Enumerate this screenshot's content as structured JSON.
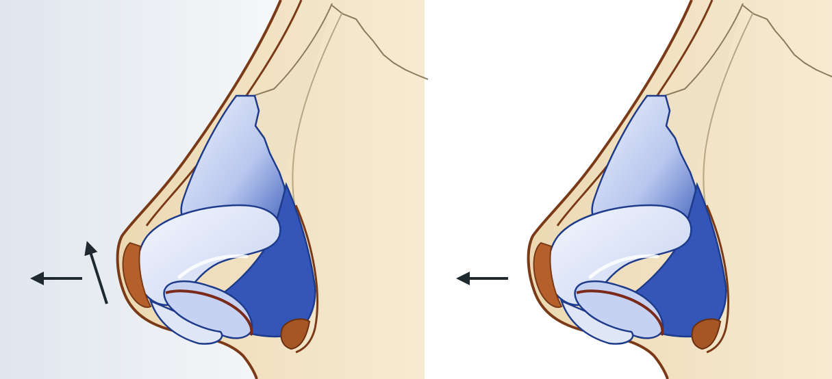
{
  "figure": {
    "panels": [
      {
        "id": "left",
        "arrows": [
          "forward",
          "upward"
        ]
      },
      {
        "id": "right",
        "arrows": [
          "forward"
        ]
      }
    ]
  },
  "colors": {
    "background_left": "#e4eaf0",
    "background_right": "#ffffff",
    "skin": "#f2e3c2",
    "skin_outline": "#7a3a18",
    "bone_line": "#8a7a5a",
    "cartilage_light": "#dfe6f6",
    "cartilage_mid": "#b9c8ee",
    "cartilage_dark": "#3356b8",
    "cartilage_outline": "#1e3a8a",
    "fat_pad": "#b5602a",
    "arrow": "#1f2a30"
  }
}
